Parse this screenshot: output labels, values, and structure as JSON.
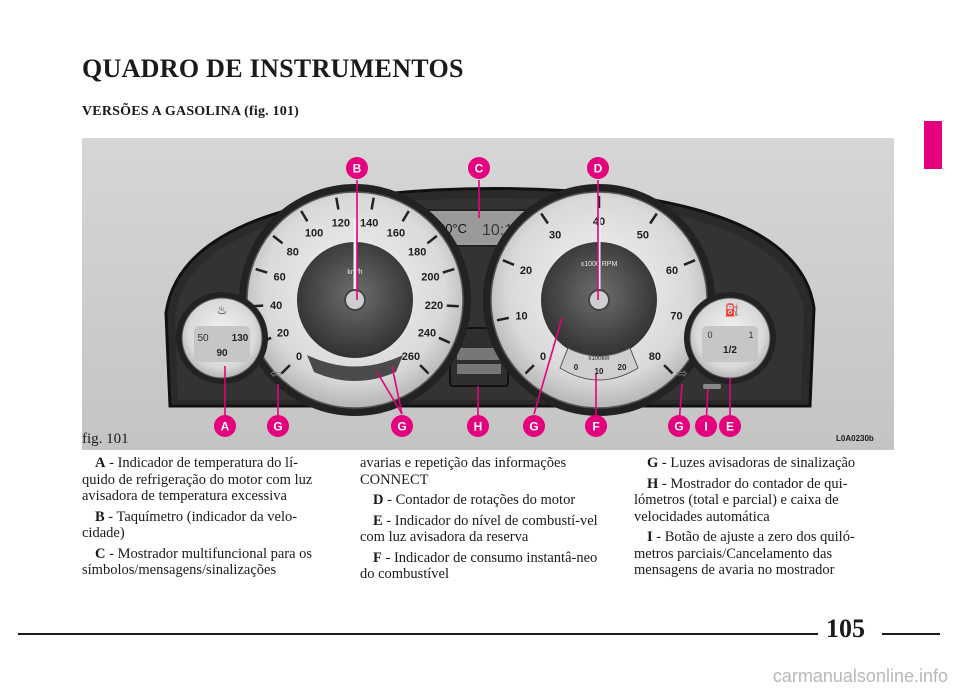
{
  "page": {
    "title": "QUADRO DE INSTRUMENTOS",
    "subtitle": "VERSÕES A GASOLINA (fig. 101)",
    "page_number": "105",
    "watermark": "carmanualsonline.info",
    "section_tab_color": "#e5007e"
  },
  "figure": {
    "caption": "fig. 101",
    "code": "L0A0230b",
    "marker_color": "#e5007e",
    "display": {
      "temperature": "20°C",
      "clock": "10:15"
    },
    "markers": {
      "a": "A",
      "g1": "G",
      "g2": "G",
      "h": "H",
      "g3": "G",
      "f": "F",
      "g4": "G",
      "i": "I",
      "e": "E",
      "b": "B",
      "c": "C",
      "d": "D"
    },
    "temp_gauge": {
      "labels": [
        "50",
        "130",
        "90"
      ]
    },
    "speedometer": {
      "unit": "km/h",
      "labels": [
        "0",
        "20",
        "40",
        "60",
        "80",
        "100",
        "120",
        "140",
        "160",
        "180",
        "200",
        "220",
        "240",
        "260"
      ]
    },
    "tachometer": {
      "unit": "x1000 RPM",
      "labels": [
        "0",
        "10",
        "20",
        "30",
        "40",
        "50",
        "60",
        "70",
        "80"
      ]
    },
    "consumption": {
      "unit": "l/100km",
      "labels": [
        "0",
        "10",
        "20"
      ]
    },
    "fuel_gauge": {
      "labels": [
        "0",
        "1/2",
        "1"
      ]
    }
  },
  "legend": {
    "col1": [
      {
        "key": "A",
        "text": " - Indicador de temperatura do lí-quido de refrigeração do motor com luz avisadora de temperatura excessiva"
      },
      {
        "key": "B",
        "text": " - Taquímetro (indicador da velo-cidade)"
      },
      {
        "key": "C",
        "text": " - Mostrador multifuncional para os símbolos/mensagens/sinalizações"
      }
    ],
    "col2": [
      {
        "key": "",
        "text": "avarias e repetição das informações CONNECT"
      },
      {
        "key": "D",
        "text": " - Contador de rotações do motor"
      },
      {
        "key": "E",
        "text": " - Indicador do nível de combustí-vel com luz avisadora da reserva"
      },
      {
        "key": "F",
        "text": " - Indicador de consumo instantâ-neo do combustível"
      }
    ],
    "col3": [
      {
        "key": "G",
        "text": " - Luzes avisadoras de sinalização"
      },
      {
        "key": "H",
        "text": " - Mostrador do contador de qui-lómetros (total e parcial) e caixa de velocidades automática"
      },
      {
        "key": "I",
        "text": " - Botão de ajuste a zero dos quiló-metros parciais/Cancelamento das mensagens de avaria no mostrador"
      }
    ]
  }
}
